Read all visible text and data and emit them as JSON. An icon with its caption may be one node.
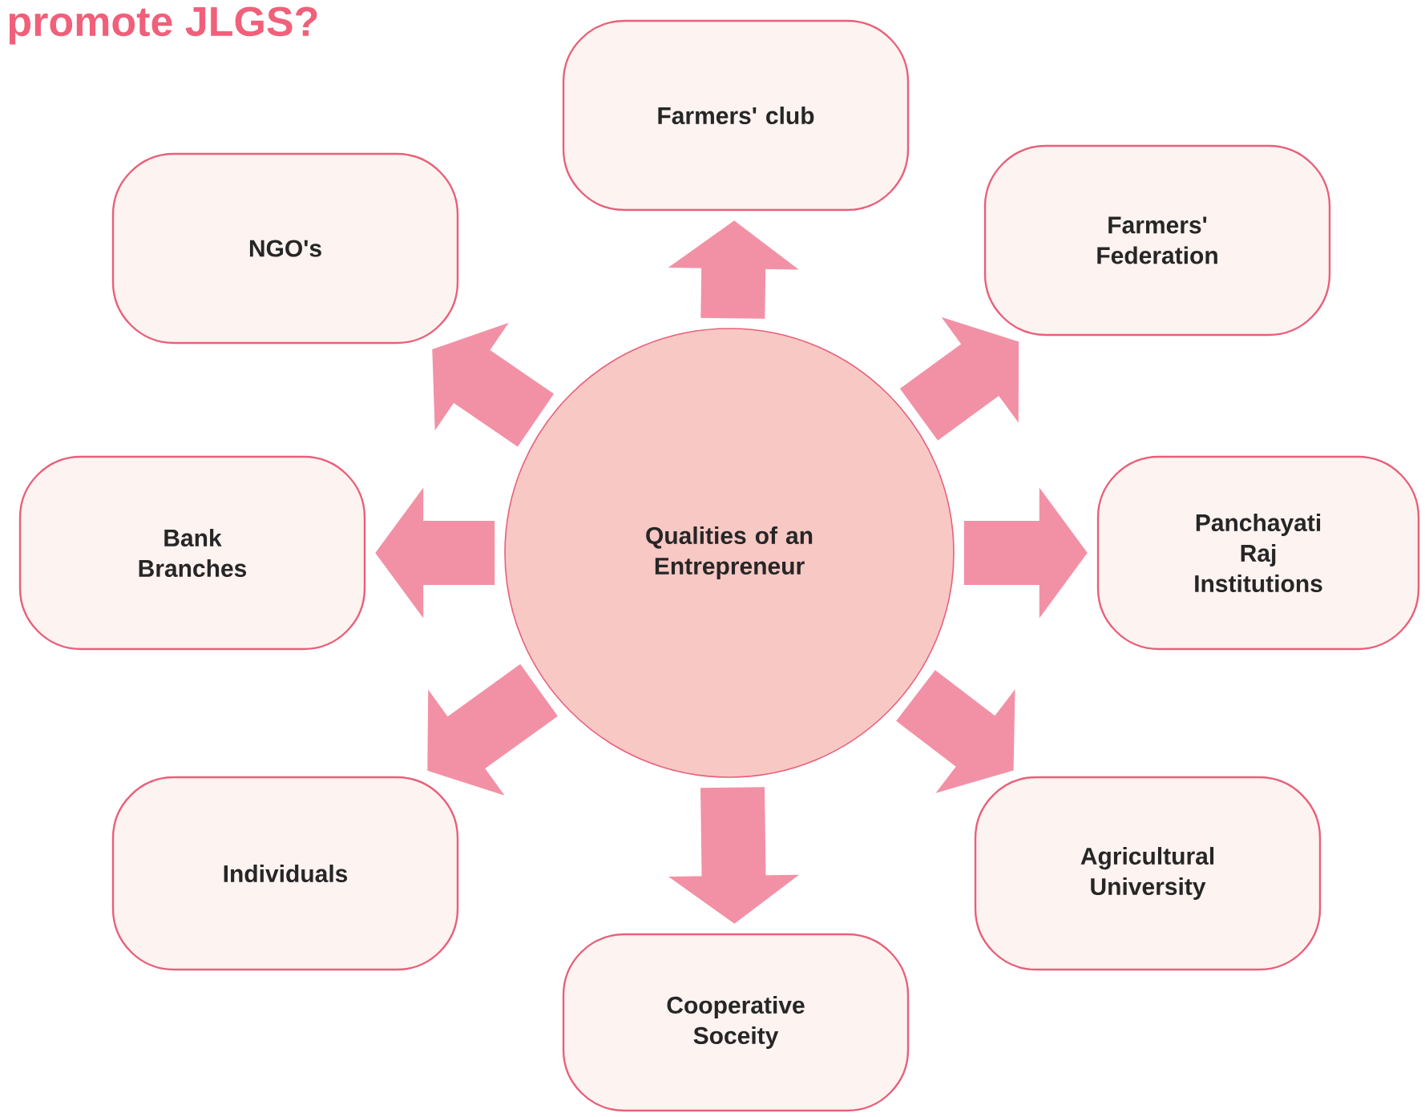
{
  "diagram": {
    "title": "promote JLGS?",
    "nodes": [
      {
        "text": [
          "Qualities of an Entrepreneur"
        ]
      },
      {
        "text": [
          "Farmers' club"
        ]
      },
      {
        "text": [
          "Farmers' Federation"
        ]
      },
      {
        "text": [
          "Panchayati Raj Institutions"
        ]
      },
      {
        "text": [
          "Agricultural University"
        ]
      },
      {
        "text": [
          "Cooperative Soceity"
        ]
      },
      {
        "text": [
          "Individuals"
        ]
      },
      {
        "text": [
          "Bank Branches"
        ]
      },
      {
        "text": [
          "NGO's"
        ]
      }
    ],
    "edges": [
      {
        "from": 0,
        "to": 1,
        "arrow": "to"
      },
      {
        "from": 0,
        "to": 2,
        "arrow": "to"
      },
      {
        "from": 0,
        "to": 3,
        "arrow": "to"
      },
      {
        "from": 0,
        "to": 4,
        "arrow": "to"
      },
      {
        "from": 0,
        "to": 5,
        "arrow": "to"
      },
      {
        "from": 0,
        "to": 6,
        "arrow": "to"
      },
      {
        "from": 0,
        "to": 7,
        "arrow": "to"
      },
      {
        "from": 0,
        "to": 8,
        "arrow": "to"
      }
    ]
  }
}
